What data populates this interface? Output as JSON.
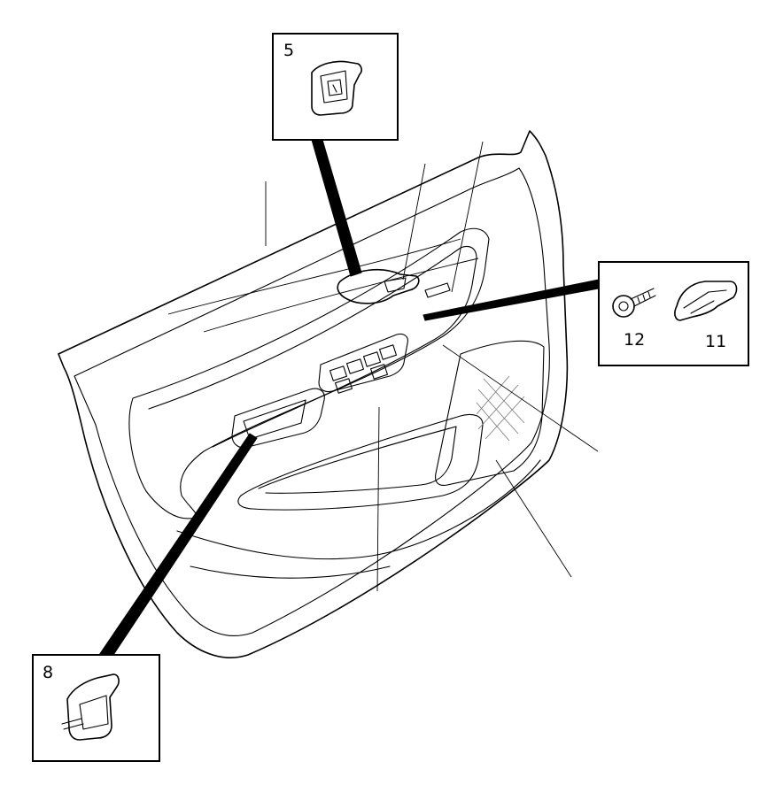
{
  "callouts": {
    "clip_5": "5",
    "clip_8": "8",
    "screw_12": "12",
    "clip_11": "11"
  },
  "parts": {
    "clip_5_icon": "door-trim-clip-icon",
    "clip_8_icon": "retainer-clip-icon",
    "screw_12_icon": "screw-icon",
    "clip_11_icon": "spring-clip-icon"
  }
}
